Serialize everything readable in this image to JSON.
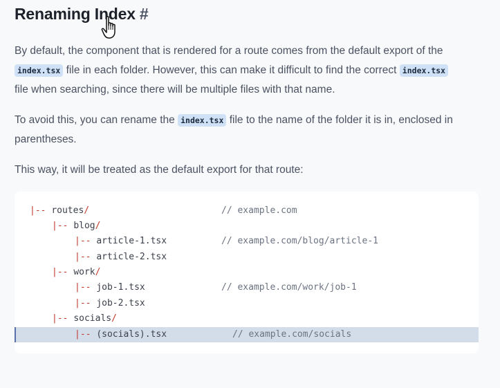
{
  "heading": {
    "title": "Renaming Index",
    "hash": "#"
  },
  "para1": {
    "t1": "By default, the component that is rendered for a route comes from the default export of the",
    "code1": "index.tsx",
    "t2": " file in each folder. However, this can make it difficult to find the correct ",
    "code2": "index.tsx",
    "t3": "file when searching, since there will be multiple files with that name."
  },
  "para2": {
    "t1": "To avoid this, you can rename the ",
    "code1": "index.tsx",
    "t2": " file to the name of the folder it is in, enclosed in parentheses."
  },
  "para3": {
    "t1": "This way, it will be treated as the default export for that route:"
  },
  "code": {
    "pipe": "|--",
    "lines": [
      {
        "name": "routes",
        "slash": "/",
        "comment": "// example.com"
      },
      {
        "name": "blog",
        "slash": "/",
        "comment": ""
      },
      {
        "name": "article-1.tsx",
        "slash": "",
        "comment": "// example.com/blog/article-1"
      },
      {
        "name": "article-2.tsx",
        "slash": "",
        "comment": ""
      },
      {
        "name": "work",
        "slash": "/",
        "comment": ""
      },
      {
        "name": "job-1.tsx",
        "slash": "",
        "comment": "// example.com/work/job-1"
      },
      {
        "name": "job-2.tsx",
        "slash": "",
        "comment": ""
      },
      {
        "name": "socials",
        "slash": "/",
        "comment": ""
      },
      {
        "name": "(socials).tsx",
        "slash": "",
        "comment": "// example.com/socials"
      }
    ]
  }
}
